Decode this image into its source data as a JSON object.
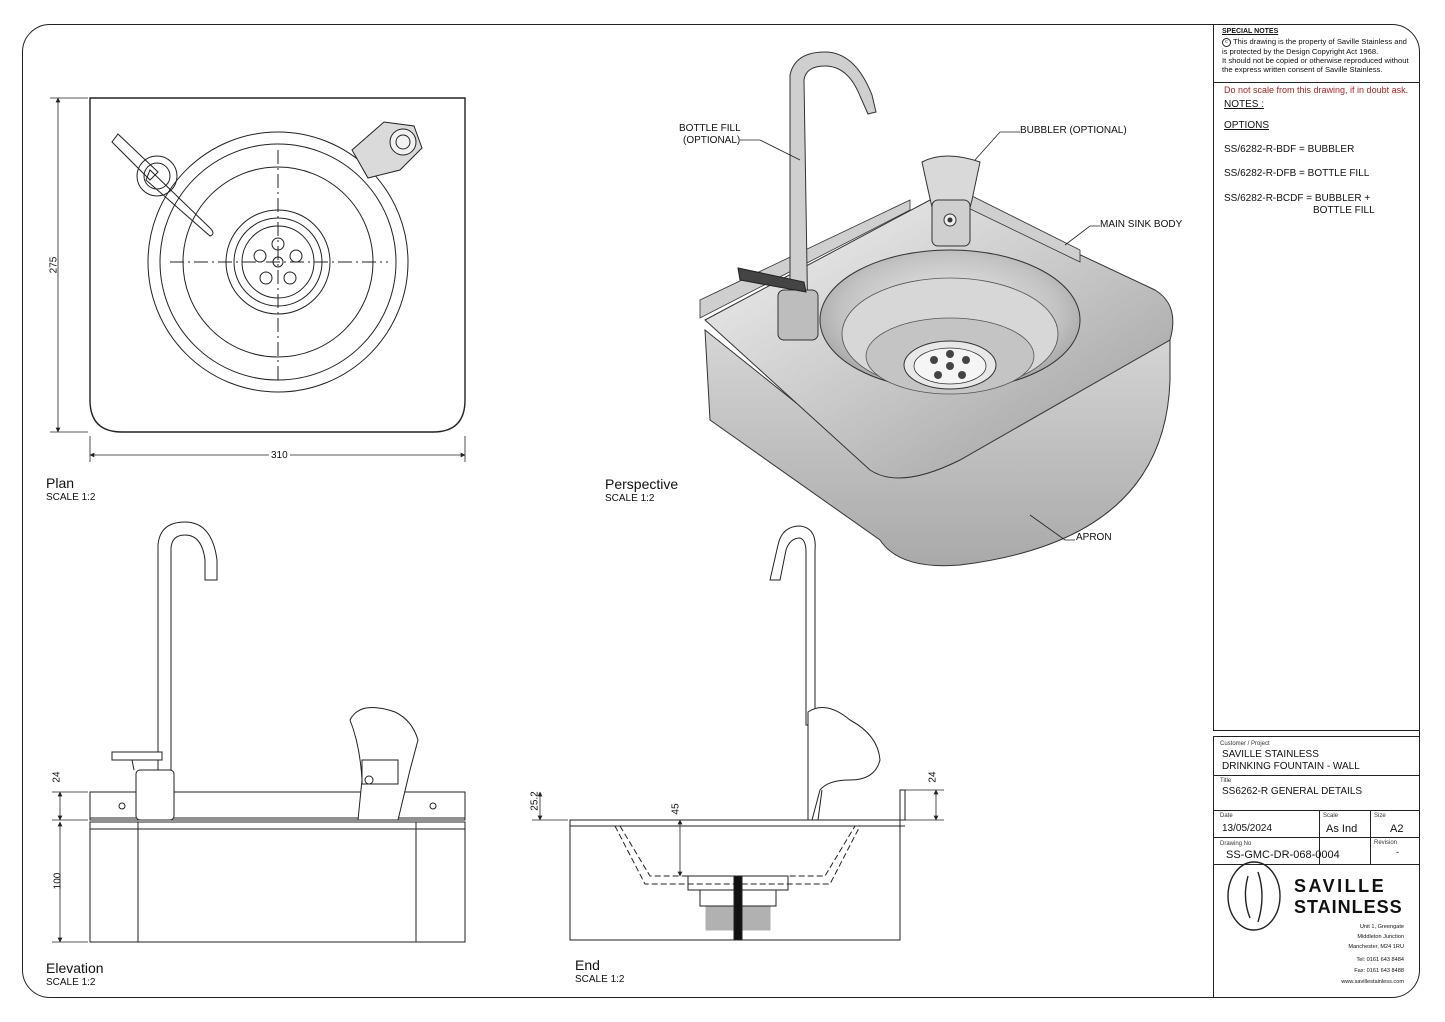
{
  "views": {
    "plan": {
      "label": "Plan",
      "scale": "SCALE 1:2",
      "dim_width": "310",
      "dim_depth": "275"
    },
    "perspective": {
      "label": "Perspective",
      "scale": "SCALE 1:2"
    },
    "elevation": {
      "label": "Elevation",
      "scale": "SCALE 1:2",
      "dim_upstand": "24",
      "dim_body": "100"
    },
    "end": {
      "label": "End",
      "scale": "SCALE 1:2",
      "dim_lip": "25.2",
      "dim_bowl": "45",
      "dim_upstand": "24"
    }
  },
  "callouts": {
    "bottle_fill": "BOTTLE FILL",
    "bottle_fill_note": "(OPTIONAL)",
    "bubbler": "BUBBLER (OPTIONAL)",
    "main_sink": "MAIN SINK BODY",
    "apron": "APRON"
  },
  "notes_panel": {
    "special_notes_title": "SPECIAL NOTES",
    "copyright_symbol": "c",
    "special_notes_line1": "This drawing is the property of  Saville Stainless and",
    "special_notes_line2": "is protected by the Design Copyright Act 1968.",
    "special_notes_line3": "It should not be copied or otherwise reproduced without",
    "special_notes_line4": "the express written consent of Saville Stainless.",
    "warning": "Do not scale from this drawing, if in doubt ask.",
    "notes_title": "NOTES :",
    "options_title": "OPTIONS",
    "options": [
      "SS/6282-R-BDF = BUBBLER",
      "SS/6282-R-DFB = BOTTLE FILL",
      "SS/6282-R-BCDF = BUBBLER +",
      "BOTTLE FILL"
    ]
  },
  "title_block": {
    "customer_caption": "Customer / Project",
    "customer_line1": "SAVILLE STAINLESS",
    "customer_line2": "DRINKING FOUNTAIN - WALL",
    "title_caption": "Title",
    "title": "SS6262-R GENERAL DETAILS",
    "date_caption": "Date",
    "date": "13/05/2024",
    "scale_caption": "Scale",
    "scale": "As Ind",
    "size_caption": "Size",
    "size": "A2",
    "drawing_no_caption": "Drawing No",
    "drawing_no": "SS-GMC-DR-068-0004",
    "revision_caption": "Revision",
    "revision": "-",
    "company_line1": "SAVILLE",
    "company_line2": "STAINLESS",
    "address": [
      "Unit 1, Greengate",
      "Middleton Junction",
      "Manchester, M24 1RU"
    ],
    "tel": "Tel:  0161 643 8484",
    "fax": "Fax:  0161 643 8488",
    "web": "www.savillestainless.com"
  },
  "colors": {
    "line": "#222222",
    "steel_light": "#e2e2e2",
    "steel_mid": "#b9b9b9",
    "steel_dark": "#8a8a8a",
    "warning": "#b21f1f"
  }
}
